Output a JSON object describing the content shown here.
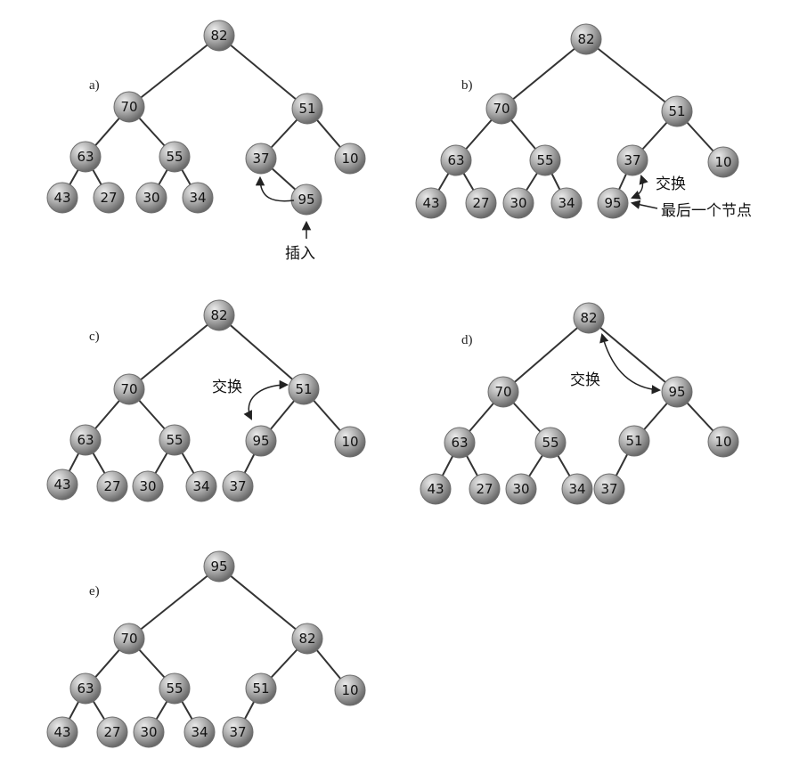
{
  "node_color": "#9a9a9a",
  "node_highlight": "#d4d4d4",
  "panels": [
    {
      "label": "a)",
      "nodes": [
        "82",
        "70",
        "51",
        "63",
        "55",
        "37",
        "10",
        "43",
        "27",
        "30",
        "34",
        "95"
      ],
      "annotations": [
        "插入"
      ]
    },
    {
      "label": "b)",
      "nodes": [
        "82",
        "70",
        "51",
        "63",
        "55",
        "37",
        "10",
        "43",
        "27",
        "30",
        "34",
        "95"
      ],
      "annotations": [
        "交换",
        "最后一个节点"
      ]
    },
    {
      "label": "c)",
      "nodes": [
        "82",
        "70",
        "51",
        "63",
        "55",
        "95",
        "10",
        "43",
        "27",
        "30",
        "34",
        "37"
      ],
      "annotations": [
        "交换"
      ]
    },
    {
      "label": "d)",
      "nodes": [
        "82",
        "70",
        "95",
        "63",
        "55",
        "51",
        "10",
        "43",
        "27",
        "30",
        "34",
        "37"
      ],
      "annotations": [
        "交换"
      ]
    },
    {
      "label": "e)",
      "nodes": [
        "95",
        "70",
        "82",
        "63",
        "55",
        "51",
        "10",
        "43",
        "27",
        "30",
        "34",
        "37"
      ],
      "annotations": []
    }
  ]
}
